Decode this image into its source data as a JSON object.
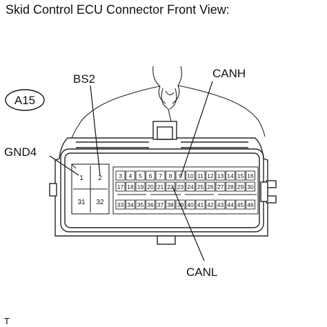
{
  "title": "Skid Control ECU Connector Front View:",
  "connector_id": "A15",
  "labels": {
    "bs2": "BS2",
    "canh": "CANH",
    "gnd4": "GND4",
    "canl": "CANL"
  },
  "big_pins": [
    "1",
    "2",
    "31",
    "32"
  ],
  "pin_rows": [
    [
      "3",
      "4",
      "5",
      "6",
      "7",
      "8",
      "9",
      "10",
      "11",
      "12",
      "13",
      "14",
      "15",
      "16"
    ],
    [
      "17",
      "18",
      "19",
      "20",
      "21",
      "22",
      "23",
      "24",
      "25",
      "26",
      "27",
      "28",
      "29",
      "30"
    ],
    [
      "33",
      "34",
      "35",
      "36",
      "37",
      "38",
      "39",
      "40",
      "41",
      "42",
      "43",
      "44",
      "45",
      "46"
    ]
  ],
  "footer_code": "T"
}
